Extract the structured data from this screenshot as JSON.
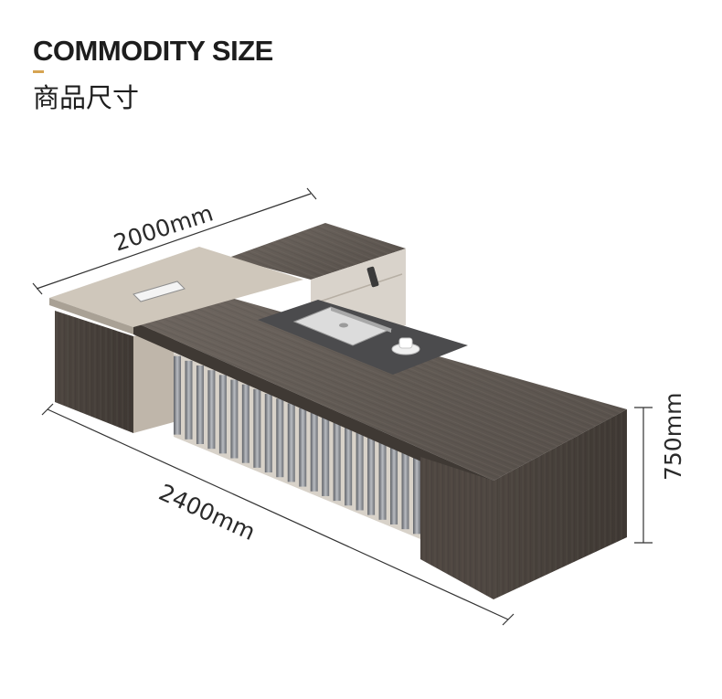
{
  "header": {
    "title_en": "COMMODITY SIZE",
    "title_zh": "商品尺寸",
    "accent_color": "#d6a452"
  },
  "dimensions": {
    "width_label": "2000mm",
    "length_label": "2400mm",
    "height_label": "750mm"
  },
  "product": {
    "icon": "executive-l-shaped-desk",
    "colors": {
      "wood": "#5c554f",
      "wood_dark": "#4a433e",
      "panel_light": "#cdc4b7",
      "mat": "#4d4d4f",
      "slats": "#8d9096"
    }
  }
}
